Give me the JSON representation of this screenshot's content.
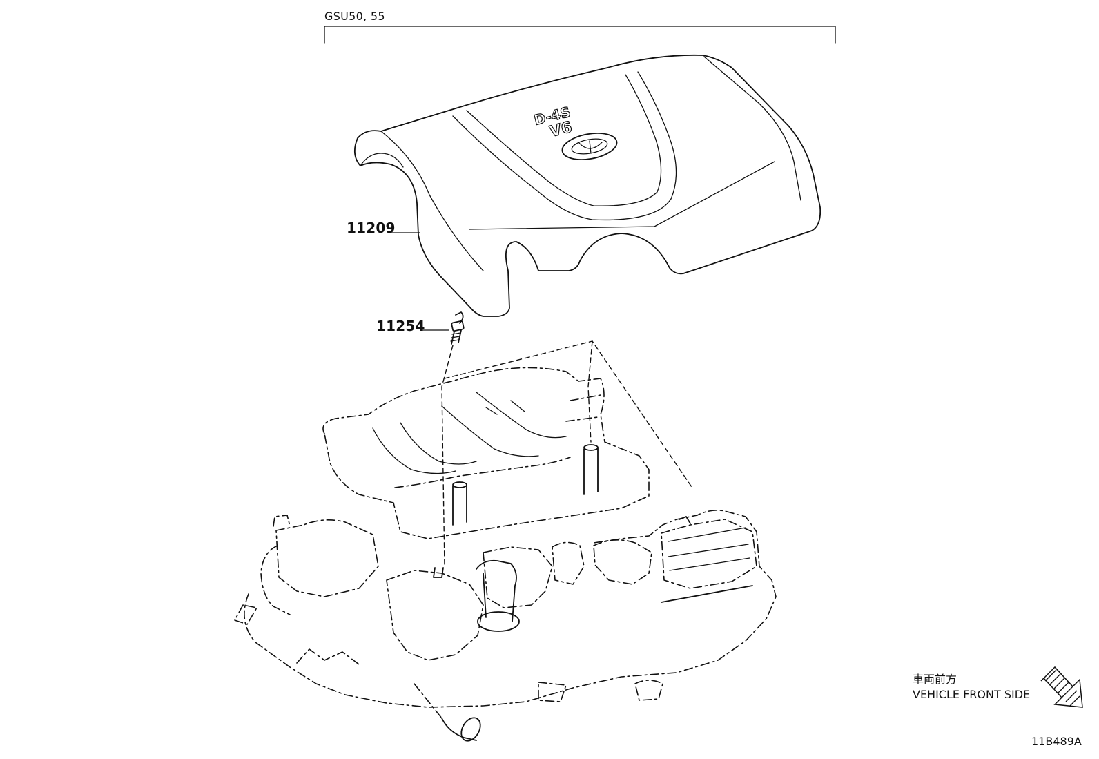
{
  "diagram": {
    "model_label": "GSU50, 55",
    "parts": [
      {
        "number": "11209"
      },
      {
        "number": "11254"
      }
    ],
    "cover_emblem_text_line1": "D-4S",
    "cover_emblem_text_line2": "V6",
    "front_indicator": {
      "label_jp": "車両前方",
      "label_en": "VEHICLE FRONT SIDE"
    },
    "diagram_code": "11B489A"
  }
}
